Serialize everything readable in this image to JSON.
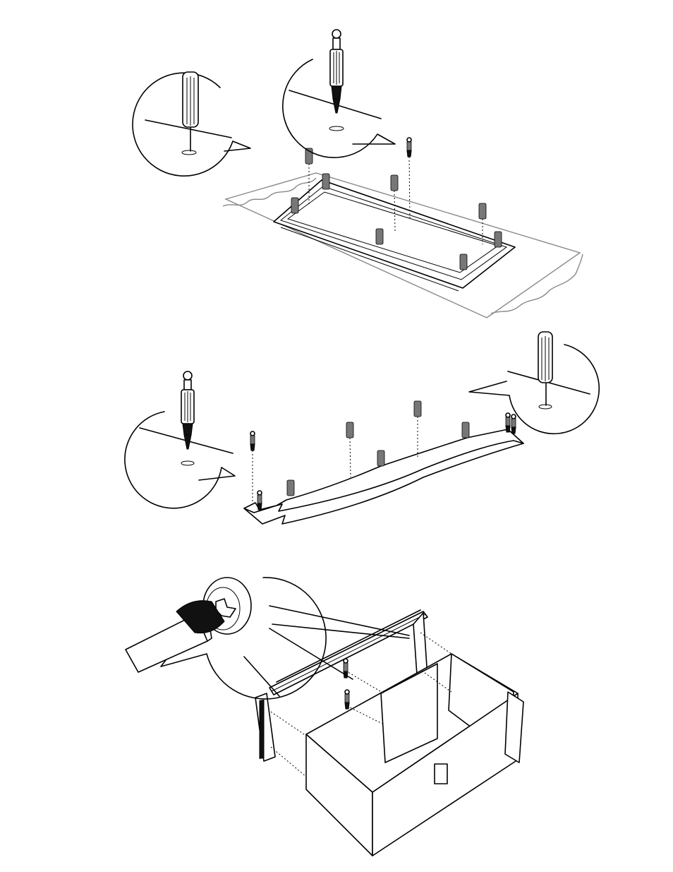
{
  "document": {
    "kind": "assembly-instructions",
    "steps": [
      {
        "id": "step-plinth-rug",
        "parts": [
          "wood-dowel",
          "cam-bolt"
        ],
        "icons": [
          "wood-dowel-icon",
          "cam-bolt-icon",
          "rug-icon"
        ]
      },
      {
        "id": "step-curved-rail",
        "parts": [
          "cam-bolt",
          "wood-dowel"
        ],
        "icons": [
          "cam-bolt-icon",
          "wood-dowel-icon"
        ]
      },
      {
        "id": "step-cabinet-frame",
        "parts": [
          "cam-lock",
          "screwdriver"
        ],
        "icons": [
          "screwdriver-icon",
          "cam-lock-icon"
        ]
      }
    ],
    "colors": {
      "ink": "#000000",
      "paper": "#ffffff",
      "rug": "#888888"
    }
  }
}
